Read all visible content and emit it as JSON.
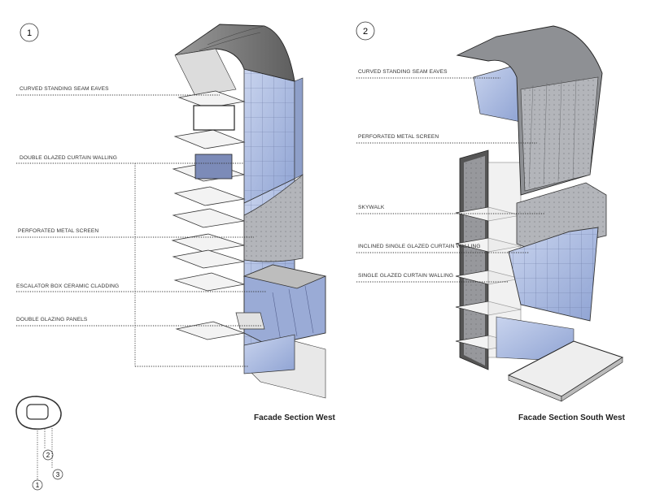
{
  "panels": [
    {
      "number": "1",
      "caption": "Facade Section West",
      "labels": [
        "CURVED STANDING SEAM EAVES",
        "DOUBLE GLAZED CURTAIN WALLING",
        "PERFORATED METAL SCREEN",
        "ESCALATOR BOX CERAMIC CLADDING",
        "DOUBLE GLAZING PANELS"
      ]
    },
    {
      "number": "2",
      "caption": "Facade Section South West",
      "labels": [
        "CURVED STANDING SEAM EAVES",
        "PERFORATED METAL SCREEN",
        "SKYWALK",
        "INCLINED SINGLE GLAZED CURTAIN WALLING",
        "SINGLE GLAZED CURTAIN WALLING"
      ]
    }
  ],
  "key_plan": {
    "markers": [
      "1",
      "2",
      "3"
    ]
  },
  "colors": {
    "glass": "#b8c6e6",
    "roof": "#7a7a7a",
    "screen": "#a9abb0",
    "slab": "#f2f2f2",
    "line": "#333333"
  }
}
